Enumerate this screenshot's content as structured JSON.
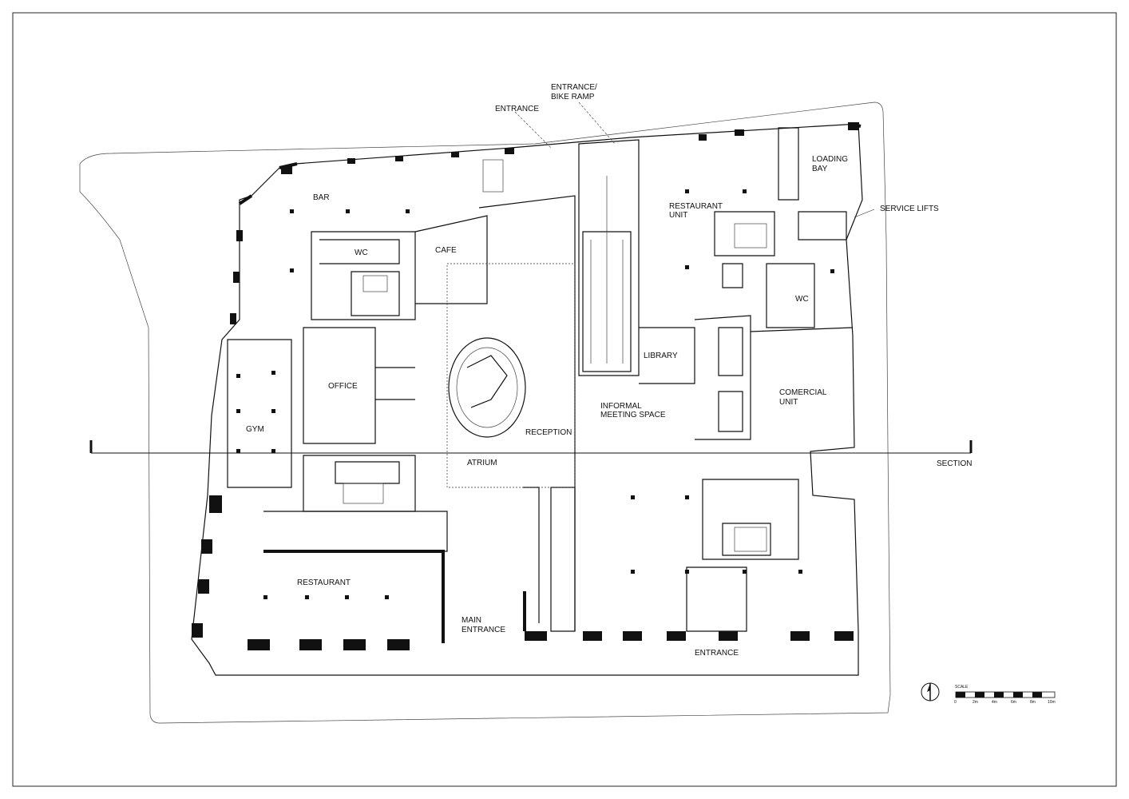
{
  "labels": {
    "entrance_bike_ramp_1": "ENTRANCE/",
    "entrance_bike_ramp_2": "BIKE RAMP",
    "entrance_top": "ENTRANCE",
    "bar": "BAR",
    "wc_left": "WC",
    "cafe": "CAFE",
    "restaurant_unit_1": "RESTAURANT",
    "restaurant_unit_2": "UNIT",
    "loading_bay_1": "LOADING",
    "loading_bay_2": "BAY",
    "service_lifts": "SERVICE LIFTS",
    "wc_right": "WC",
    "office": "OFFICE",
    "library": "LIBRARY",
    "informal_1": "INFORMAL",
    "informal_2": "MEETING SPACE",
    "comercial_1": "COMERCIAL",
    "comercial_2": "UNIT",
    "gym": "GYM",
    "reception": "RECEPTION",
    "atrium": "ATRIUM",
    "section": "SECTION",
    "restaurant": "RESTAURANT",
    "main_entrance_1": "MAIN",
    "main_entrance_2": "ENTRANCE",
    "entrance_bottom": "ENTRANCE"
  },
  "scale_bar": {
    "title": "SCALE",
    "ticks": [
      "0",
      "2m",
      "4m",
      "6m",
      "8m",
      "10m"
    ]
  }
}
